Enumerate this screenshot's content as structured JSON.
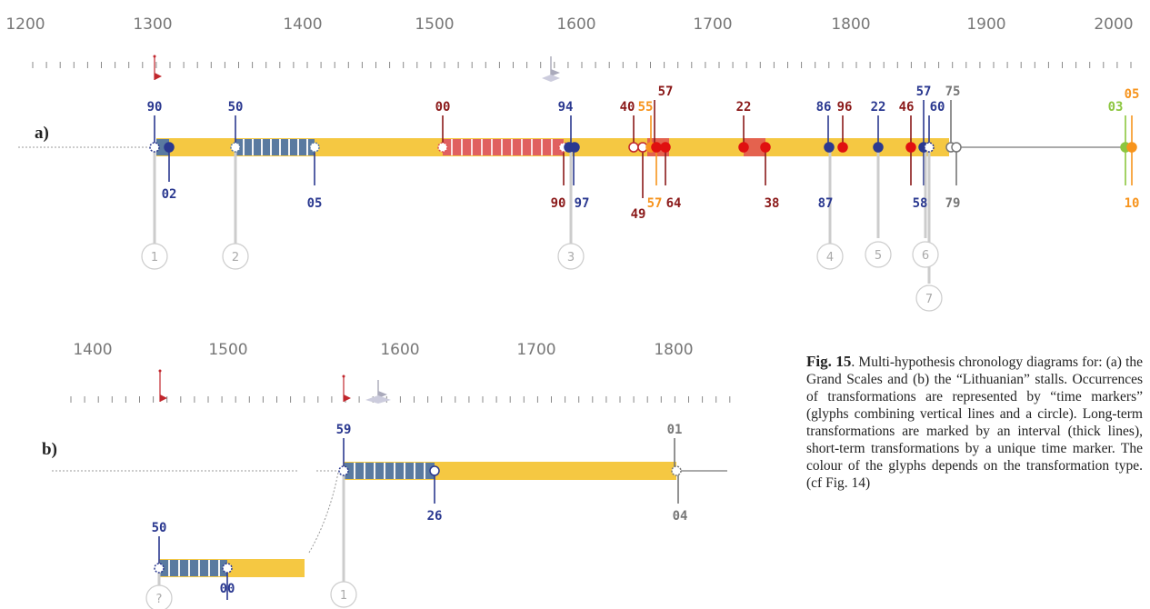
{
  "panel_a": {
    "label": "a)",
    "ticks": [
      "1200",
      "1300",
      "1400",
      "1500",
      "1600",
      "1700",
      "1800",
      "1900",
      "2000"
    ],
    "marker_labels": {
      "m90": "90",
      "m02": "02",
      "m50": "50",
      "m05": "05",
      "m00": "00",
      "m90b": "90",
      "m94": "94",
      "m97": "97",
      "m40": "40",
      "m55": "55",
      "m57": "57",
      "m49": "49",
      "m57b": "57",
      "m64": "64",
      "m22": "22",
      "m38": "38",
      "m86": "86",
      "m87": "87",
      "m96": "96",
      "m22b": "22",
      "m46": "46",
      "m57c": "57",
      "m58": "58",
      "m60": "60",
      "m75": "75",
      "m79": "79",
      "m03": "03",
      "m05b": "05",
      "m10": "10"
    },
    "circles": [
      "1",
      "2",
      "3",
      "4",
      "5",
      "6",
      "7"
    ]
  },
  "panel_b": {
    "label": "b)",
    "ticks": [
      "1400",
      "1500",
      "1600",
      "1700",
      "1800"
    ],
    "marker_labels": {
      "m50": "50",
      "m00": "00",
      "m59": "59",
      "m26": "26",
      "m01": "01",
      "m04": "04"
    },
    "circles": [
      "?",
      "1"
    ]
  },
  "caption": {
    "fig": "Fig. 15",
    "text": ". Multi-hypothesis chronology diagrams for: (a) the Grand Scales and (b) the “Lithuanian” stalls. Occurrences of transformations are represented by “time markers” (glyphs combining vertical lines and a circle). Long-term transformations are marked by an interval (thick lines), short-term transformations by a unique time marker. The colour of the glyphs depends on the transformation type. (cf Fig. 14)"
  },
  "colors": {
    "blue": "#2b3990",
    "red": "#c1272d",
    "darkred": "#8b1a1a",
    "orange": "#f7941d",
    "green": "#8cc63f",
    "gray": "#666666",
    "yellow": "#f5c842",
    "hatch_blue": "#5a7aa0",
    "hatch_red": "#e05a5a"
  }
}
